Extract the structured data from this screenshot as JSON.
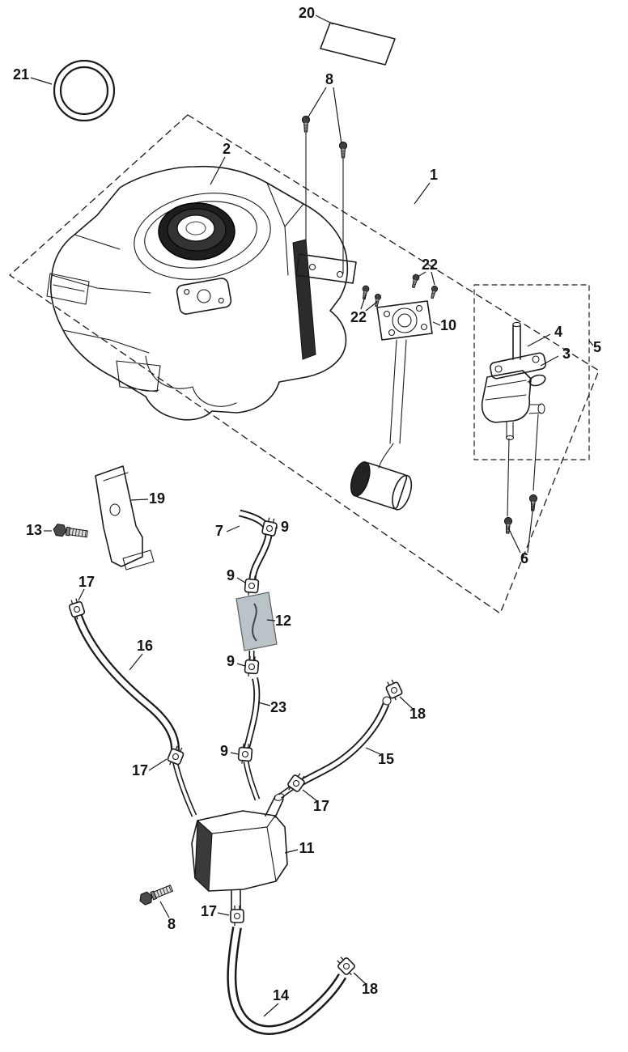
{
  "diagram": {
    "background_color": "#ffffff",
    "line_color": "#1a1a1a",
    "highlight_color": "#b9c3c8"
  },
  "parts": {
    "p1": "1",
    "p2": "2",
    "p3": "3",
    "p4": "4",
    "p5": "5",
    "p6": "6",
    "p7": "7",
    "p8": "8",
    "p9": "9",
    "p10": "10",
    "p11": "11",
    "p12": "12",
    "p13": "13",
    "p14": "14",
    "p15": "15",
    "p16": "16",
    "p17": "17",
    "p18": "18",
    "p19": "19",
    "p20": "20",
    "p21": "21",
    "p22": "22",
    "p23": "23"
  }
}
